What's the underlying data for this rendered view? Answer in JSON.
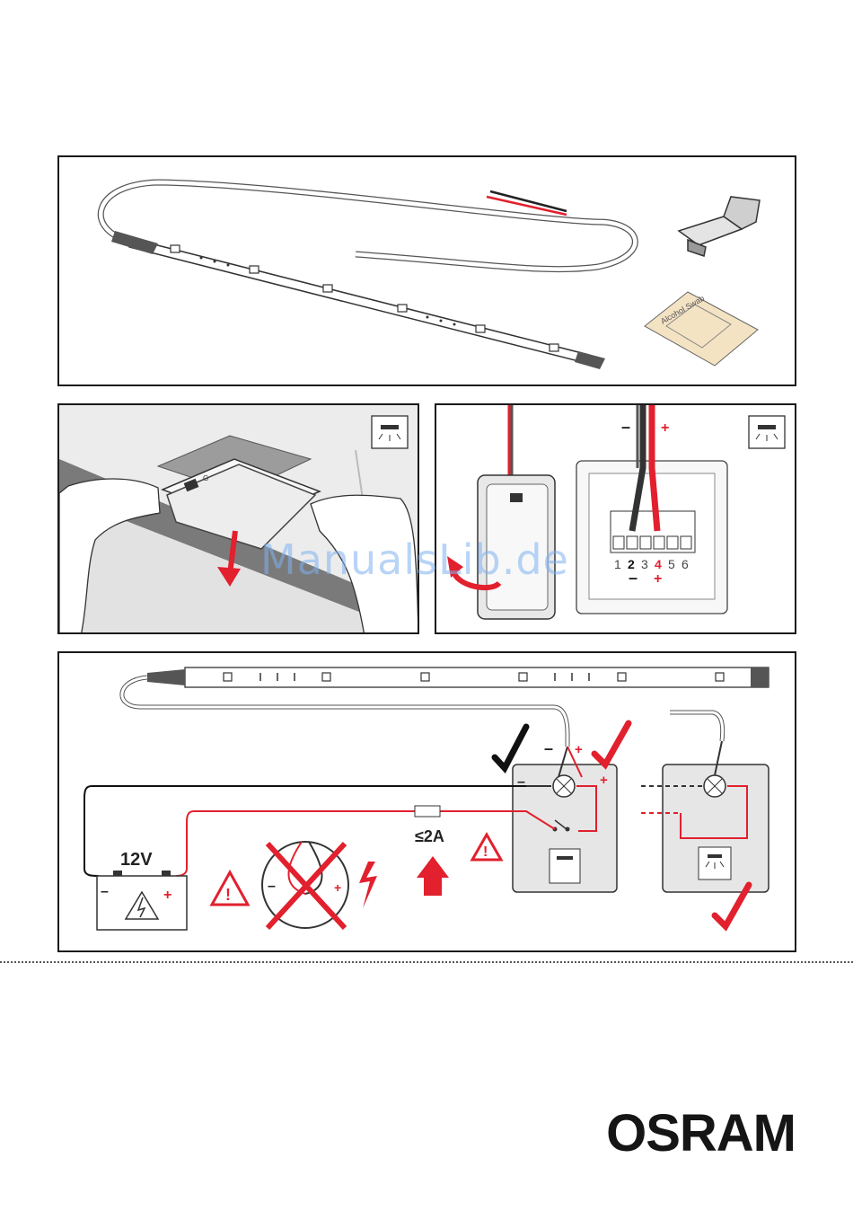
{
  "panel1": {
    "swab_label": "Alcohol Swab"
  },
  "panel2": {
    "switch_glyph": "G"
  },
  "panel3": {
    "top_minus": "–",
    "top_plus": "+",
    "terminal_numbers": [
      "1",
      "2",
      "3",
      "4",
      "5",
      "6"
    ],
    "bottom_minus": "–",
    "bottom_plus": "+"
  },
  "panel4": {
    "battery_voltage": "12V",
    "battery_minus": "–",
    "battery_plus": "+",
    "fuse_rating": "≤2A",
    "minus_label": "–",
    "plus_label": "+",
    "box_minus": "–",
    "box_plus": "+"
  },
  "watermark": "ManualsLib.de",
  "brand": "OSRAM",
  "colors": {
    "red": "#e2202e",
    "dark": "#1a1a1a",
    "grey_box": "#e6e6e6"
  }
}
